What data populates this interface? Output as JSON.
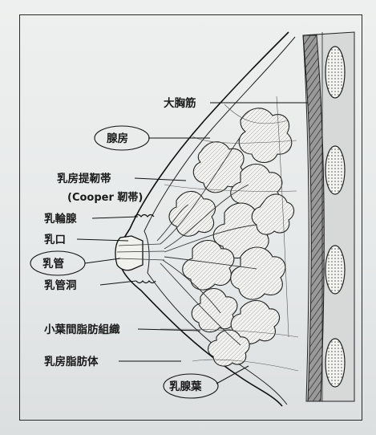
{
  "labels": {
    "pectoralis_major": "大胸筋",
    "mammary_gland": "腺房",
    "suspensory_ligament": "乳房提靭帯",
    "cooper_ligament": "(Cooper 靭帯)",
    "areolar_gland": "乳輪腺",
    "nipple_opening": "乳口",
    "lactiferous_duct": "乳管",
    "lactiferous_sinus": "乳管洞",
    "interlobular_fat": "小葉間脂肪組織",
    "breast_fat": "乳房脂肪体",
    "mammary_lobe": "乳腺葉"
  },
  "circled": [
    "mammary_gland",
    "lactiferous_duct",
    "mammary_lobe"
  ],
  "colors": {
    "ink": "#1a1a1a",
    "paper": "#e9ecec",
    "muscle": "#7d7d7d"
  }
}
